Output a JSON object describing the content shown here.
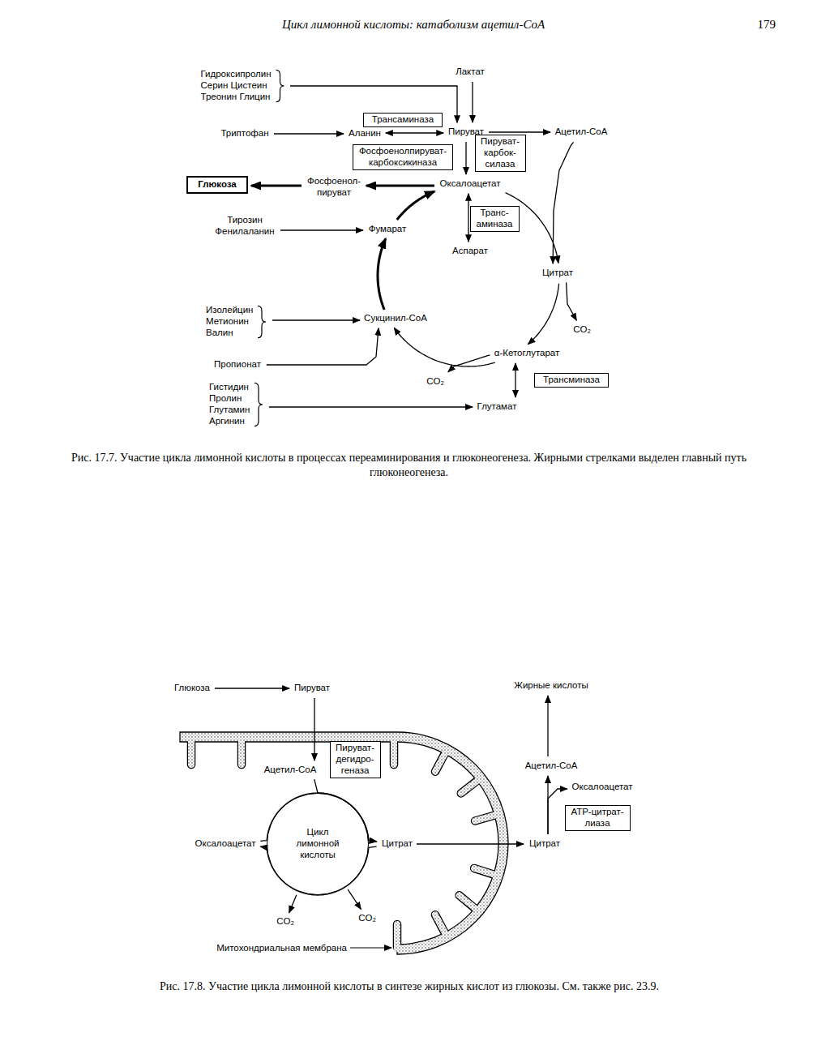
{
  "diagram": {
    "title": "Цикл лимонной кислоты: катаболизм ацетил-CoA",
    "caption": "Рис. 17.7. Участие цикла лимонной кислоты в процессах переаминирования и глюконеогенеза. Жирными стрелками выделен главный путь глюконеогенеза.",
    "nodes": [
      {
        "text": [
          "Гидроксипролин Серин Цистеин Треонин Глицин"
        ]
      },
      {
        "text": [
          "Лактат"
        ]
      },
      {
        "text": [
          "Трансаминаза"
        ]
      },
      {
        "text": [
          "Триптофан"
        ]
      },
      {
        "text": [
          "Аланин"
        ]
      },
      {
        "text": [
          "Пируват"
        ]
      },
      {
        "text": [
          "Ацетил-CoA"
        ]
      },
      {
        "text": [
          "Фосфоенолпируват- карбоксикиназа"
        ]
      },
      {
        "text": [
          "Пируват- карбок- силаза"
        ]
      },
      {
        "text": [
          "Глюкоза"
        ]
      },
      {
        "text": [
          "Фосфоенол- пируват"
        ]
      },
      {
        "text": [
          "Оксалоацетат"
        ]
      },
      {
        "text": [
          "Транс- аминаза"
        ]
      },
      {
        "text": [
          "Тирозин Фенилаланин"
        ]
      },
      {
        "text": [
          "Фумарат"
        ]
      },
      {
        "text": [
          "Аспарат"
        ]
      },
      {
        "text": [
          "Цитрат"
        ]
      },
      {
        "text": [
          "CO₂"
        ]
      },
      {
        "text": [
          "Изолейцин Метионин Валин"
        ]
      },
      {
        "text": [
          "Сукцинил-CoA"
        ]
      },
      {
        "text": [
          "Пропионат"
        ]
      },
      {
        "text": [
          "α-Кетоглутарат"
        ]
      },
      {
        "text": [
          "CO₂"
        ]
      },
      {
        "text": [
          "Трансминаза"
        ]
      },
      {
        "text": [
          "Гистидин Пролин Глутамин Аргинин"
        ]
      },
      {
        "text": [
          "Глутамат"
        ]
      },
      {
        "text": [
          "Глюкоза"
        ]
      },
      {
        "text": [
          "Пируват"
        ]
      },
      {
        "text": [
          "Жирные кислоты"
        ]
      },
      {
        "text": [
          "Пируват- дегидро- геназа"
        ]
      },
      {
        "text": [
          "Ацетил-CoA"
        ]
      },
      {
        "text": [
          "Ацетил-CoA"
        ]
      },
      {
        "text": [
          "Оксалоацетат"
        ]
      },
      {
        "text": [
          "Цикл лимонной кислоты"
        ]
      },
      {
        "text": [
          "АТР-цитрат- лиаза"
        ]
      },
      {
        "text": [
          "Оксалоацетат"
        ]
      },
      {
        "text": [
          "Цитрат"
        ]
      },
      {
        "text": [
          "Цитрат"
        ]
      },
      {
        "text": [
          "CO₂"
        ]
      },
      {
        "text": [
          "CO₂"
        ]
      }
    ],
    "edges": [
      {
        "from": 0,
        "to": 5,
        "arrow": "to"
      },
      {
        "from": 1,
        "to": 5,
        "arrow": "to"
      },
      {
        "from": 3,
        "to": 4,
        "arrow": "to"
      },
      {
        "from": 4,
        "to": 5,
        "arrow": "both"
      },
      {
        "from": 5,
        "to": 6,
        "arrow": "to"
      },
      {
        "from": 5,
        "to": 11,
        "arrow": "to"
      },
      {
        "from": 11,
        "to": 10,
        "arrow": "to"
      },
      {
        "from": 10,
        "to": 9,
        "arrow": "to"
      },
      {
        "from": 13,
        "to": 14,
        "arrow": "to"
      },
      {
        "from": 14,
        "to": 11,
        "arrow": "to"
      },
      {
        "from": 11,
        "to": 16,
        "arrow": "to"
      },
      {
        "from": 6,
        "to": 16,
        "arrow": "to"
      },
      {
        "from": 11,
        "to": 15,
        "arrow": "both"
      },
      {
        "from": 16,
        "to": 21,
        "arrow": "to"
      },
      {
        "from": 16,
        "to": 17,
        "arrow": "to"
      },
      {
        "from": 21,
        "to": 19,
        "arrow": "to"
      },
      {
        "from": 21,
        "to": 22,
        "arrow": "to"
      },
      {
        "from": 21,
        "to": 25,
        "arrow": "both"
      },
      {
        "from": 18,
        "to": 19,
        "arrow": "to"
      },
      {
        "from": 20,
        "to": 19,
        "arrow": "to"
      },
      {
        "from": 19,
        "to": 14,
        "arrow": "to"
      },
      {
        "from": 24,
        "to": 25,
        "arrow": "to"
      },
      {
        "from": 26,
        "to": 27,
        "arrow": "to"
      },
      {
        "from": 27,
        "to": 30,
        "arrow": "to"
      },
      {
        "from": 30,
        "to": 36,
        "arrow": "to"
      },
      {
        "from": 35,
        "to": 36,
        "arrow": "to"
      },
      {
        "from": 36,
        "to": 35,
        "arrow": "to"
      },
      {
        "from": 33,
        "to": 38,
        "arrow": "to"
      },
      {
        "from": 33,
        "to": 39,
        "arrow": "to"
      },
      {
        "from": 36,
        "to": 37,
        "arrow": "to"
      },
      {
        "from": 37,
        "to": 31,
        "arrow": "to"
      },
      {
        "from": 37,
        "to": 32,
        "arrow": "to"
      },
      {
        "from": 31,
        "to": 28,
        "arrow": "to"
      }
    ],
    "labels": [
      "179",
      "Рис. 17.8. Участие цикла лимонной кислоты в синтезе жирных кислот из глюкозы. См. также рис. 23.9.",
      "Митохондриальная мембрана"
    ]
  }
}
